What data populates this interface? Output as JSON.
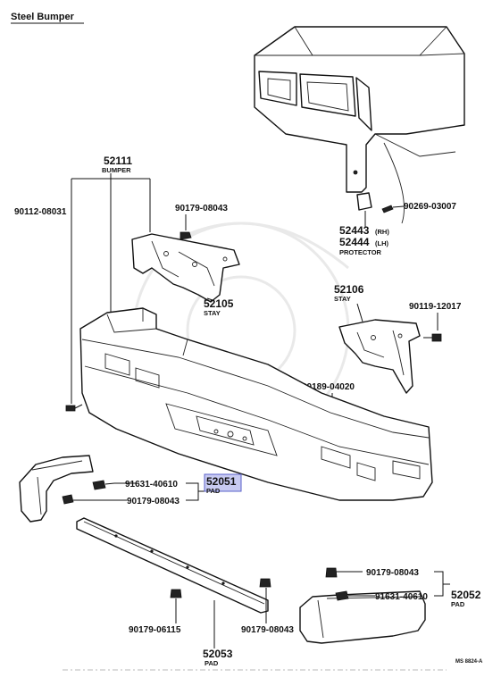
{
  "title": "Steel Bumper",
  "footer_code": "MS 8824-A",
  "labels": {
    "p52111": "52111",
    "bumper": "BUMPER",
    "p90112": "90112-08031",
    "p90179_top": "90179-08043",
    "p52105": "52105",
    "stay_a": "STAY",
    "p90269": "90269-03007",
    "p52443": "52443",
    "rh": "(RH)",
    "p52444": "52444",
    "lh": "(LH)",
    "protector": "PROTECTOR",
    "p52106": "52106",
    "stay_b": "STAY",
    "p90119": "90119-12017",
    "p90189": "90189-04020",
    "p91631_left": "91631-40610",
    "p52051": "52051",
    "pad_a": "PAD",
    "p90179_left": "90179-08043",
    "p90179_right": "90179-08043",
    "p91631_right": "91631-40610",
    "p52052": "52052",
    "pad_b": "PAD",
    "p90179_06115": "90179-06115",
    "p90179_bottom": "90179-08043",
    "p52053": "52053",
    "pad_c": "PAD"
  },
  "colors": {
    "highlight": "#c8cbf2",
    "highlight_border": "#5a61c9",
    "ink": "#111111"
  }
}
